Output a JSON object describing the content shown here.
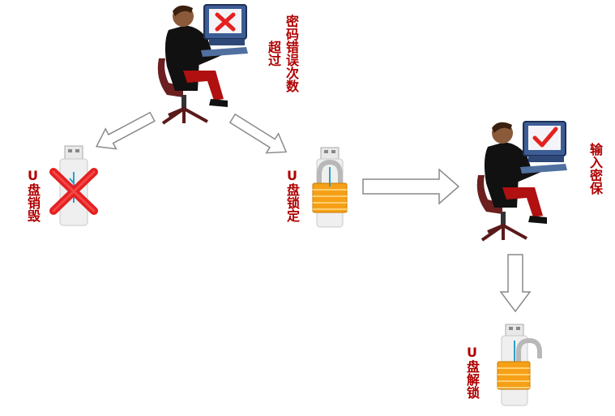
{
  "labels": {
    "too_many_errors": "密码错误次数超过",
    "destroy": "U盘销毁",
    "locked": "U盘锁定",
    "enter_key": "输入密保",
    "unlocked": "U盘解锁"
  },
  "icons": {
    "error_mark": "red-x-icon",
    "check_mark": "red-check-icon",
    "destroy_mark": "big-red-x-icon",
    "padlock_closed": "padlock-closed-icon",
    "padlock_open": "padlock-open-icon"
  },
  "colors": {
    "label": "#b00000",
    "arrow_fill": "#ffffff",
    "arrow_stroke": "#888888",
    "lock": "#f6a018",
    "x_red": "#e52020"
  }
}
